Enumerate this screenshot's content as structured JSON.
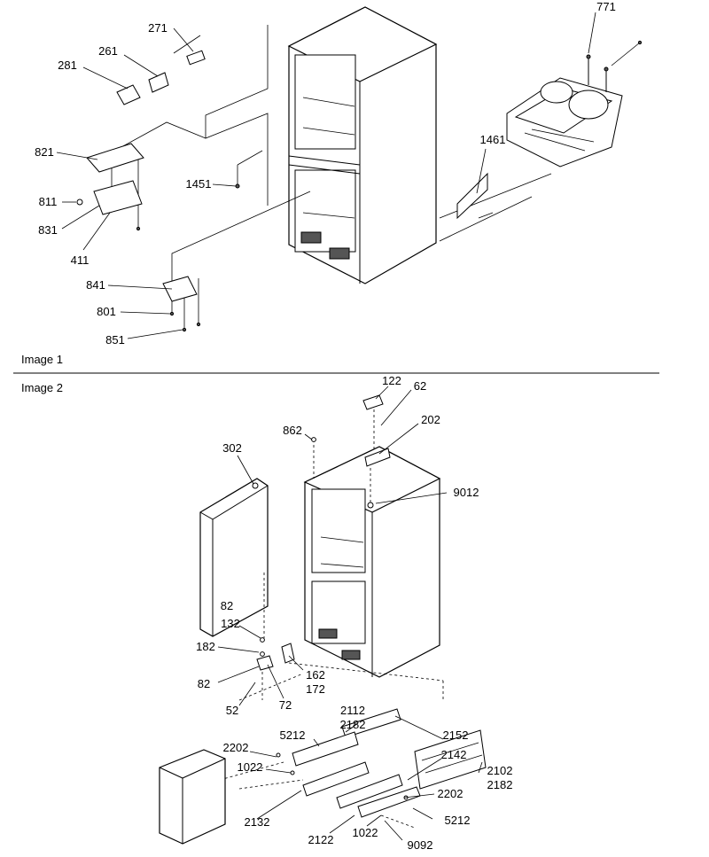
{
  "captions": {
    "image1": "Image 1",
    "image2": "Image 2"
  },
  "image1_labels": {
    "l771": "771",
    "l271": "271",
    "l261": "261",
    "l281": "281",
    "l821": "821",
    "l1461": "1461",
    "l1451": "1451",
    "l811": "811",
    "l831": "831",
    "l411": "411",
    "l841": "841",
    "l801": "801",
    "l851": "851"
  },
  "image2_labels": {
    "l122": "122",
    "l62": "62",
    "l202": "202",
    "l862": "862",
    "l302": "302",
    "l9012": "9012",
    "l82a": "82",
    "l132": "132",
    "l182": "182",
    "l82b": "82",
    "l162": "162",
    "l172": "172",
    "l52": "52",
    "l72": "72",
    "l2112": "2112",
    "l2182a": "2182",
    "l2152": "2152",
    "l5212a": "5212",
    "l2142": "2142",
    "l2202a": "2202",
    "l1022a": "1022",
    "l2102": "2102",
    "l2182b": "2182",
    "l2202b": "2202",
    "l2132": "2132",
    "l5212b": "5212",
    "l2122": "2122",
    "l1022b": "1022",
    "l9092": "9092"
  }
}
